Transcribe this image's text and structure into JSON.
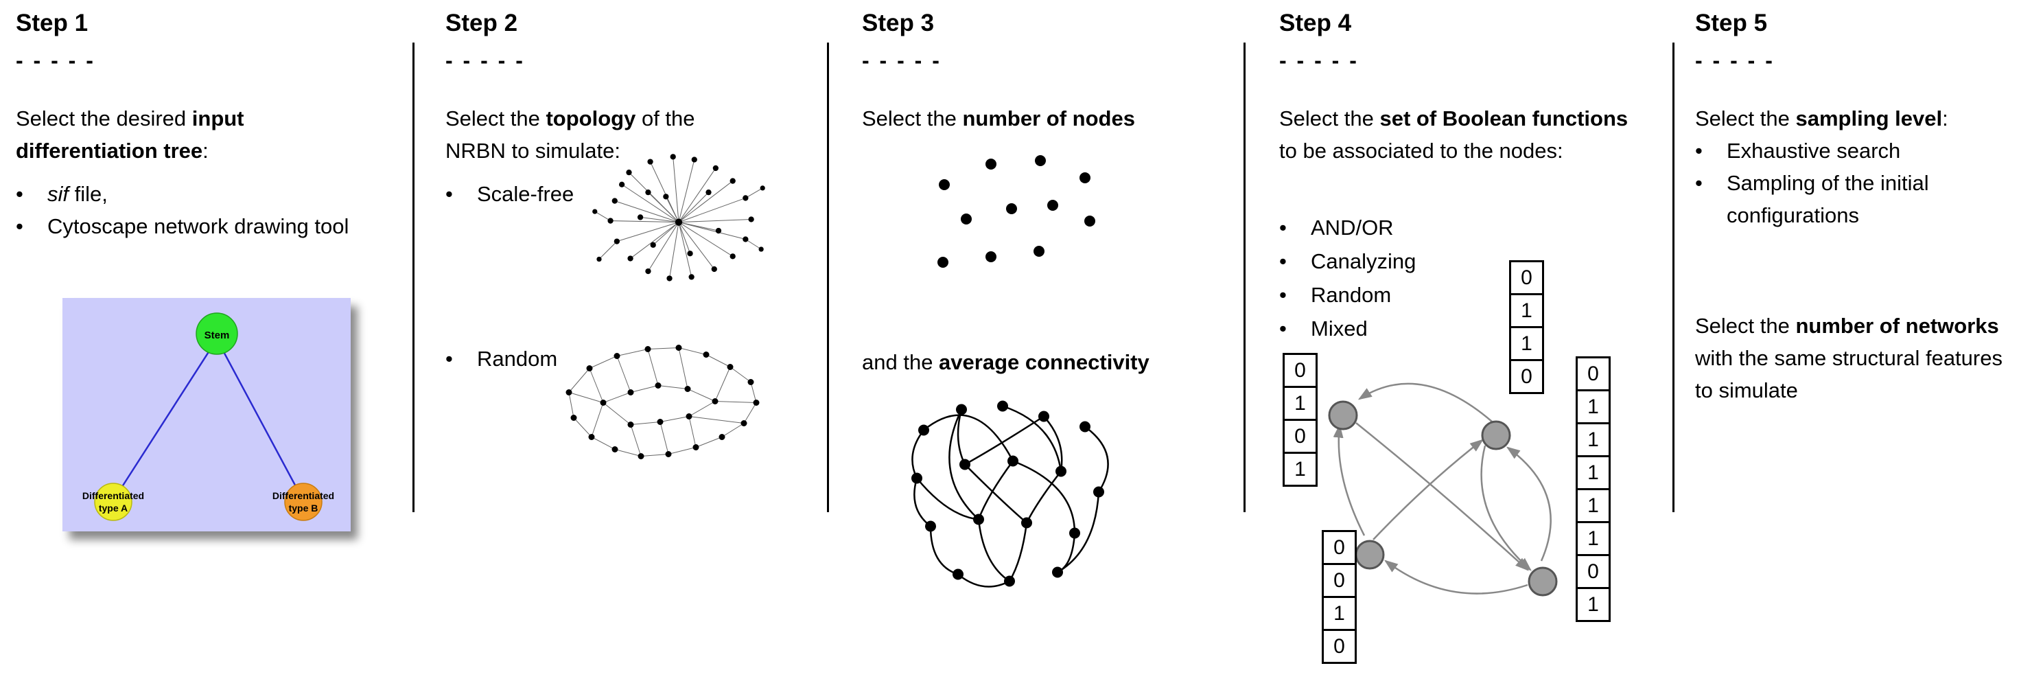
{
  "steps": [
    {
      "title": "Step 1",
      "dashes": "- - - - -",
      "intro": {
        "pre": "Select the desired ",
        "bold": "input differentiation tree",
        "post": ":"
      },
      "bullet1": {
        "italic": "sif",
        "rest": " file,"
      },
      "bullet2": {
        "rest": "Cytoscape network drawing tool"
      },
      "tree": {
        "root": "Stem",
        "left_line1": "Differentiated",
        "left_line2": "type A",
        "right_line1": "Differentiated",
        "right_line2": "type B"
      }
    },
    {
      "title": "Step 2",
      "dashes": "- - - - -",
      "intro": {
        "pre": "Select the ",
        "bold": "topology",
        "post": " of the NRBN to simulate:"
      },
      "bullet1": {
        "rest": "Scale-free"
      },
      "bullet2": {
        "rest": "Random"
      }
    },
    {
      "title": "Step 3",
      "dashes": "- - - - -",
      "intro": {
        "pre": "Select the ",
        "bold": "number of nodes",
        "post": ""
      },
      "second": {
        "pre": "and the ",
        "bold": "average connectivity",
        "post": ""
      }
    },
    {
      "title": "Step 4",
      "dashes": "- - - - -",
      "intro": {
        "pre": "Select the ",
        "bold": "set of Boolean functions",
        "post": " to be associated to the nodes:"
      },
      "bullet1": {
        "rest": "AND/OR"
      },
      "bullet2": {
        "rest": "Canalyzing"
      },
      "bullet3": {
        "rest": "Random"
      },
      "bullet4": {
        "rest": "Mixed"
      },
      "tables": {
        "top": [
          "0",
          "1",
          "1",
          "0"
        ],
        "left": [
          "0",
          "1",
          "0",
          "1"
        ],
        "bottom_left": [
          "0",
          "0",
          "1",
          "0"
        ],
        "right": [
          "0",
          "1",
          "1",
          "1",
          "1",
          "1",
          "0",
          "1"
        ]
      }
    },
    {
      "title": "Step 5",
      "dashes": "- - - - -",
      "intro": {
        "pre": "Select the ",
        "bold": "sampling level",
        "post": ":"
      },
      "bullet1": {
        "rest": "Exhaustive search"
      },
      "bullet2": {
        "rest": "Sampling of the initial configurations"
      },
      "second": {
        "pre": "Select the ",
        "bold": "number of networks",
        "post": " with the same structural features to simulate"
      }
    }
  ],
  "colors": {
    "stem_node": "#2ee52e",
    "type_a_node": "#eded2a",
    "type_b_node": "#f29a29",
    "tree_background": "#ccccfb",
    "tree_edge": "#2a2ad0",
    "boolean_node": "#9e9e9e",
    "boolean_edge": "#888888"
  }
}
